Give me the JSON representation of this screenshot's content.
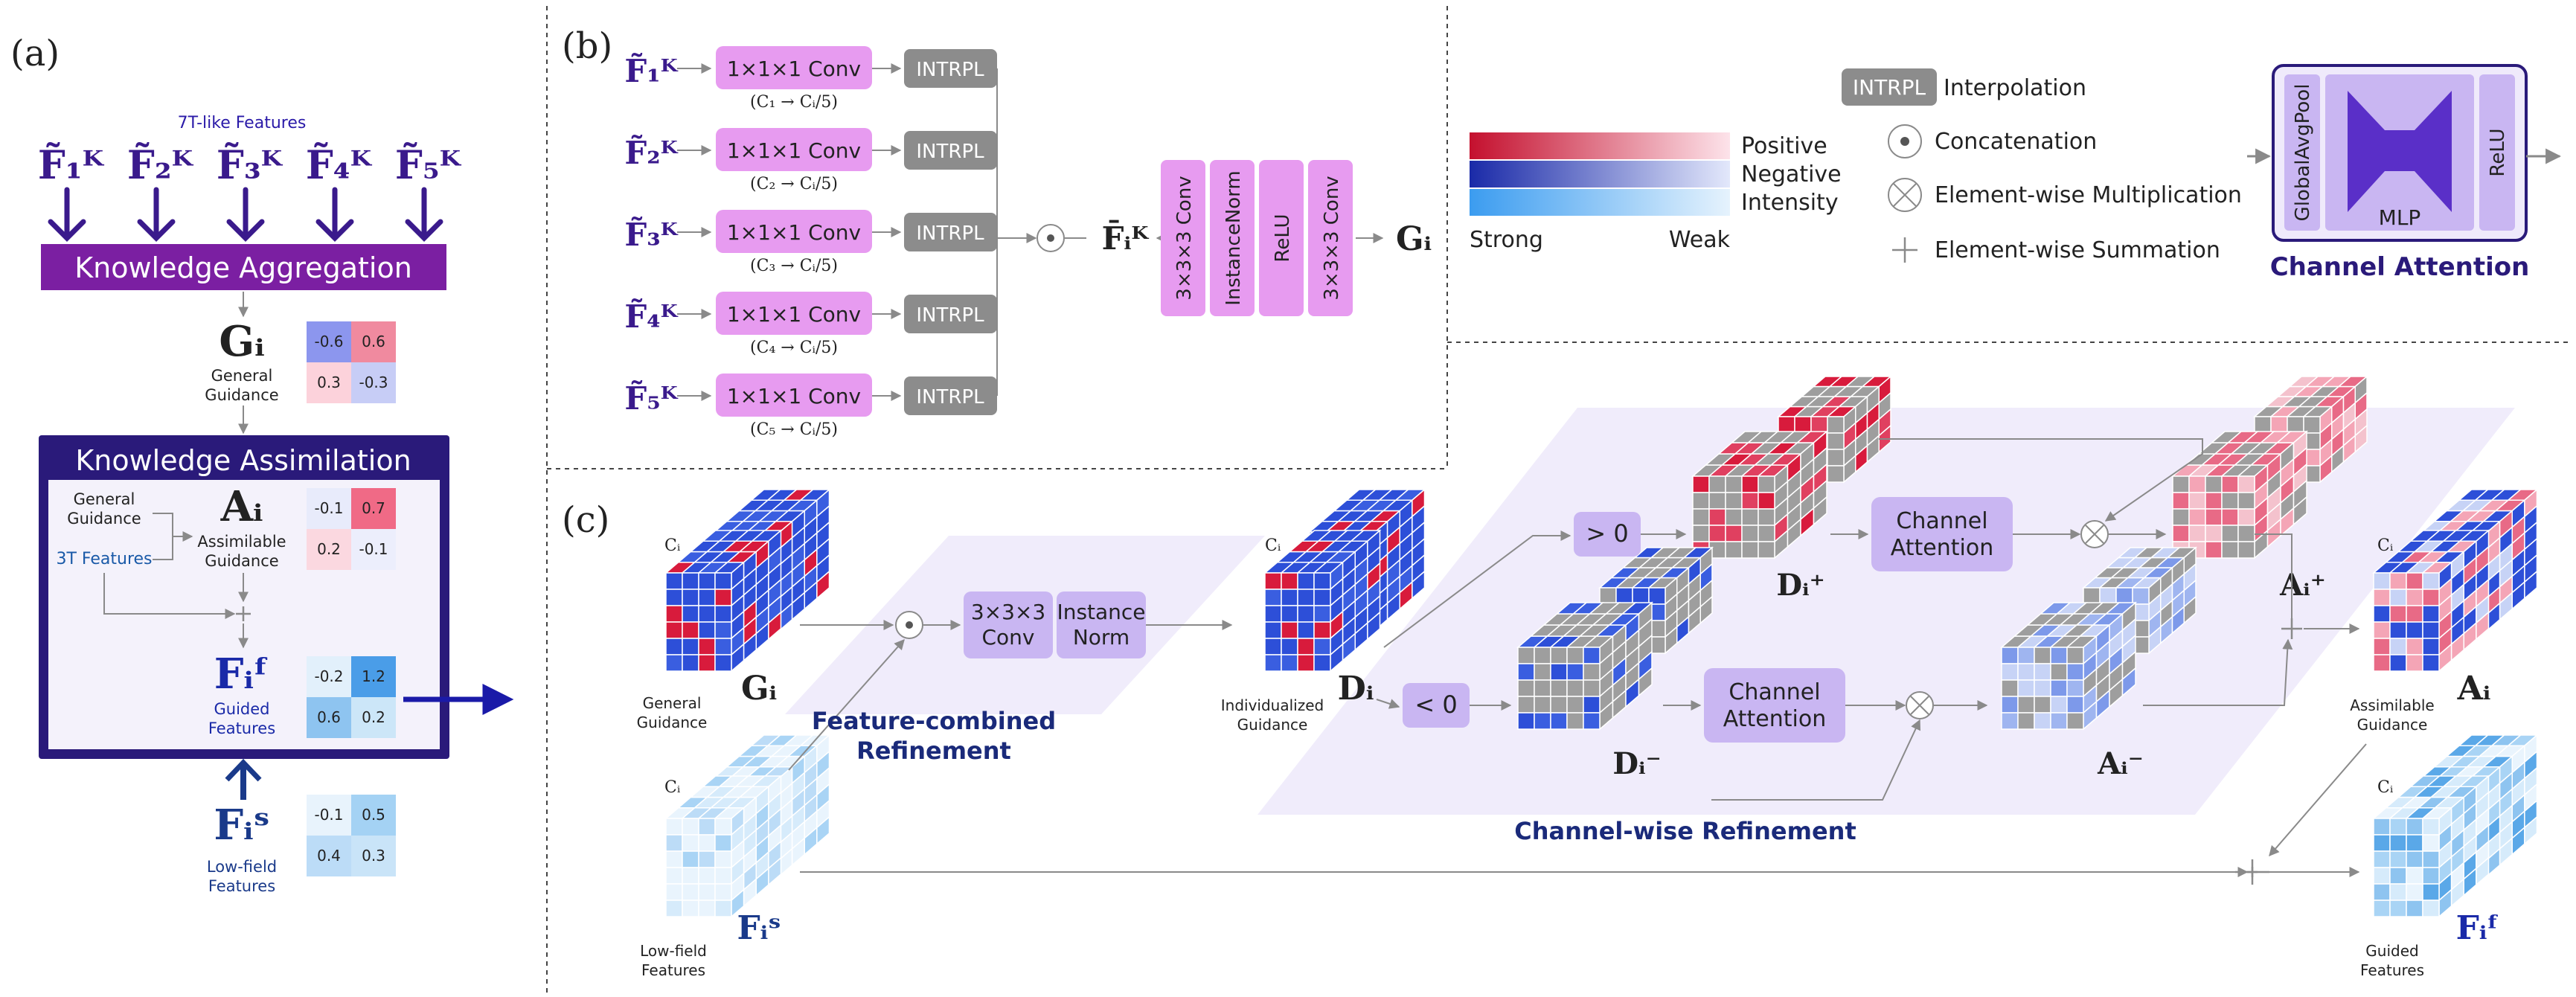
{
  "colors": {
    "purple_dark": "#3a1a8c",
    "purple_header": "#7b1fa2",
    "pink_box": "#e79bf0",
    "gray_box": "#8c8c8c",
    "lavender": "#c9b6f2",
    "blue_arrow": "#1a1aa8",
    "red_cell": "#d81b3c",
    "blue_cell": "#2d4fd8",
    "gray_cell": "#9e9e9e",
    "light_blue_cell": "#a9d4f5"
  },
  "panel_a": {
    "label": "(a)",
    "top_caption": "7T-like Features",
    "features": [
      "F̃₁ᴷ",
      "F̃₂ᴷ",
      "F̃₃ᴷ",
      "F̃₄ᴷ",
      "F̃₅ᴷ"
    ],
    "aggregation_title": "Knowledge Aggregation",
    "g_symbol": "Gᵢ",
    "g_caption": "General\nGuidance",
    "g_matrix": [
      "-0.6",
      "0.6",
      "0.3",
      "-0.3"
    ],
    "assimilation_title": "Knowledge Assimilation",
    "general_guidance": "General\nGuidance",
    "three_t": "3T Features",
    "a_symbol": "Aᵢ",
    "a_caption": "Assimilable\nGuidance",
    "a_matrix": [
      "-0.1",
      "0.7",
      "0.2",
      "-0.1"
    ],
    "f_symbol": "Fᵢᶠ",
    "f_caption": "Guided\nFeatures",
    "f_matrix": [
      "-0.2",
      "1.2",
      "0.6",
      "0.2"
    ],
    "s_symbol": "Fᵢˢ",
    "s_caption": "Low-field\nFeatures",
    "s_matrix": [
      "-0.1",
      "0.5",
      "0.4",
      "0.3"
    ]
  },
  "panel_b": {
    "label": "(b)",
    "rows": [
      {
        "f": "F̃₁ᴷ",
        "conv": "1×1×1 Conv",
        "sub": "(C₁ → Cᵢ/5)",
        "interp": "INTRPL"
      },
      {
        "f": "F̃₂ᴷ",
        "conv": "1×1×1 Conv",
        "sub": "(C₂ → Cᵢ/5)",
        "interp": "INTRPL"
      },
      {
        "f": "F̃₃ᴷ",
        "conv": "1×1×1 Conv",
        "sub": "(C₃ → Cᵢ/5)",
        "interp": "INTRPL"
      },
      {
        "f": "F̃₄ᴷ",
        "conv": "1×1×1 Conv",
        "sub": "(C₄ → Cᵢ/5)",
        "interp": "INTRPL"
      },
      {
        "f": "F̃₅ᴷ",
        "conv": "1×1×1 Conv",
        "sub": "(C₅ → Cᵢ/5)",
        "interp": "INTRPL"
      }
    ],
    "concat_out": "F̄ᵢᴷ",
    "blocks": [
      "3×3×3 Conv",
      "InstanceNorm",
      "ReLU",
      "3×3×3 Conv"
    ],
    "output": "Gᵢ"
  },
  "legend": {
    "positive": "Positive",
    "negative": "Negative",
    "intensity": "Intensity",
    "strong": "Strong",
    "weak": "Weak",
    "intrpl_box": "INTRPL",
    "intrpl_text": "Interpolation",
    "concat_text": "Concatenation",
    "mult_text": "Element-wise Multiplication",
    "sum_text": "Element-wise Summation",
    "ca_pool": "GlobalAvgPool",
    "ca_mlp": "MLP",
    "ca_relu": "ReLU",
    "ca_title": "Channel Attention"
  },
  "panel_c": {
    "label": "(c)",
    "ci": "Cᵢ",
    "g_symbol": "Gᵢ",
    "g_caption": "General\nGuidance",
    "fcr_conv": "3×3×3\nConv",
    "fcr_norm": "Instance\nNorm",
    "fcr_title": "Feature-combined\nRefinement",
    "d_symbol": "Dᵢ",
    "d_caption": "Individualized\nGuidance",
    "gt": "> 0",
    "lt": "< 0",
    "dplus": "Dᵢ⁺",
    "dminus": "Dᵢ⁻",
    "ca_label": "Channel\nAttention",
    "aplus": "Aᵢ⁺",
    "aminus": "Aᵢ⁻",
    "cwr_title": "Channel-wise Refinement",
    "a_symbol": "Aᵢ",
    "a_caption": "Assimilable\nGuidance",
    "s_symbol": "Fᵢˢ",
    "s_caption": "Low-field\nFeatures",
    "f_symbol": "Fᵢᶠ",
    "f_caption": "Guided\nFeatures"
  }
}
